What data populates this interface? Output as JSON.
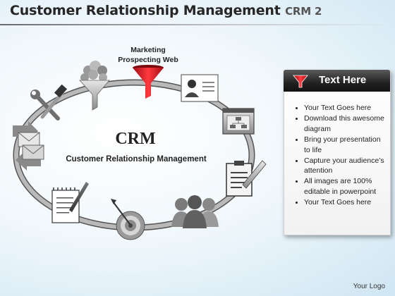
{
  "title": "Customer Relationship Management",
  "title_suffix": "CRM 2",
  "funnel_label": [
    "Marketing",
    "Prospecting  Web"
  ],
  "center": {
    "heading": "CRM",
    "subheading": "Customer Relationship Management"
  },
  "panel": {
    "header": "Text Here",
    "bullets": [
      "Your Text Goes here",
      "Download this awesome diagram",
      "Bring your presentation to life",
      "Capture your audience’s attention",
      "All images are 100% editable in powerpoint",
      "Your Text Goes here"
    ]
  },
  "footer_logo": "Your Logo",
  "colors": {
    "funnel_red": "#e31b23",
    "ring_gray": "#8c8c8c",
    "panel_header": "#1e1e1e"
  },
  "icons": [
    "money-funnel-icon",
    "red-funnel-icon",
    "contact-card-icon",
    "web-window-icon",
    "clipboard-pen-icon",
    "team-people-icon",
    "target-dart-icon",
    "notepad-pen-icon",
    "mail-arrows-icon",
    "tools-icon"
  ]
}
